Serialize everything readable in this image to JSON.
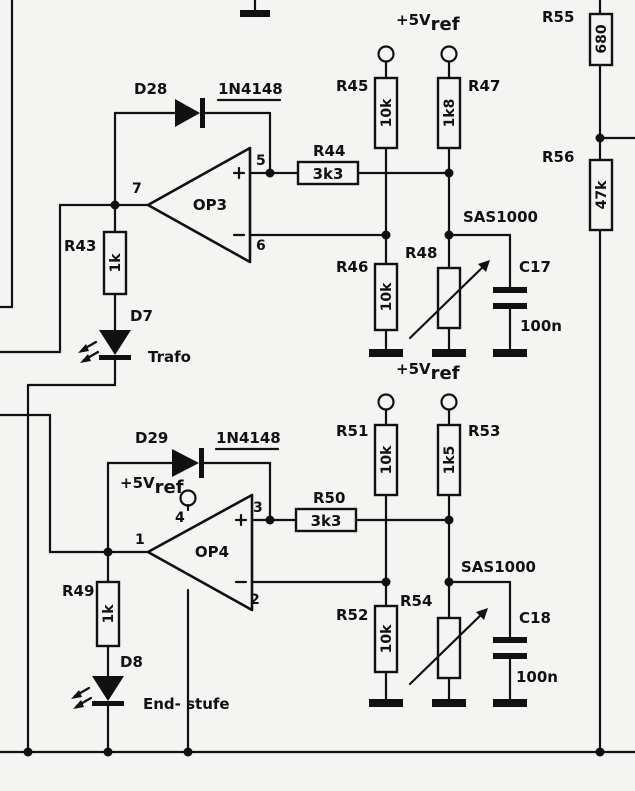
{
  "labels": {
    "r55": "R55",
    "r55v": "680",
    "r56": "R56",
    "r56v": "47k",
    "vref_top": "+5V",
    "vref_top_sub": "ref",
    "d28": "D28",
    "d28_type": "1N4148",
    "r45": "R45",
    "r45v": "10k",
    "r47": "R47",
    "r47v": "1k8",
    "r44": "R44",
    "r44v": "3k3",
    "op3": "OP3",
    "op3_p7": "7",
    "op3_p5": "5",
    "op3_p6": "6",
    "sas1": "SAS1000",
    "r43": "R43",
    "r43v": "1k",
    "r48": "R48",
    "r46": "R46",
    "r46v": "10k",
    "c17": "C17",
    "c17v": "100n",
    "d7": "D7",
    "trafo": "Trafo",
    "vref_mid": "+5V",
    "vref_mid_sub": "ref",
    "r51": "R51",
    "r51v": "10k",
    "r53": "R53",
    "r53v": "1k5",
    "d29": "D29",
    "d29_type": "1N4148",
    "vref_op4": "+5V",
    "vref_op4_sub": "ref",
    "op4": "OP4",
    "op4_p4": "4",
    "op4_p3": "3",
    "op4_p1": "1",
    "op4_p2": "2",
    "r50": "R50",
    "r50v": "3k3",
    "sas2": "SAS1000",
    "r49": "R49",
    "r49v": "1k",
    "r54": "R54",
    "r52": "R52",
    "r52v": "10k",
    "c18": "C18",
    "c18v": "100n",
    "d8": "D8",
    "endstufe": "End- stufe"
  },
  "colors": {
    "ink": "#111111",
    "paper": "#f4f4f2"
  }
}
